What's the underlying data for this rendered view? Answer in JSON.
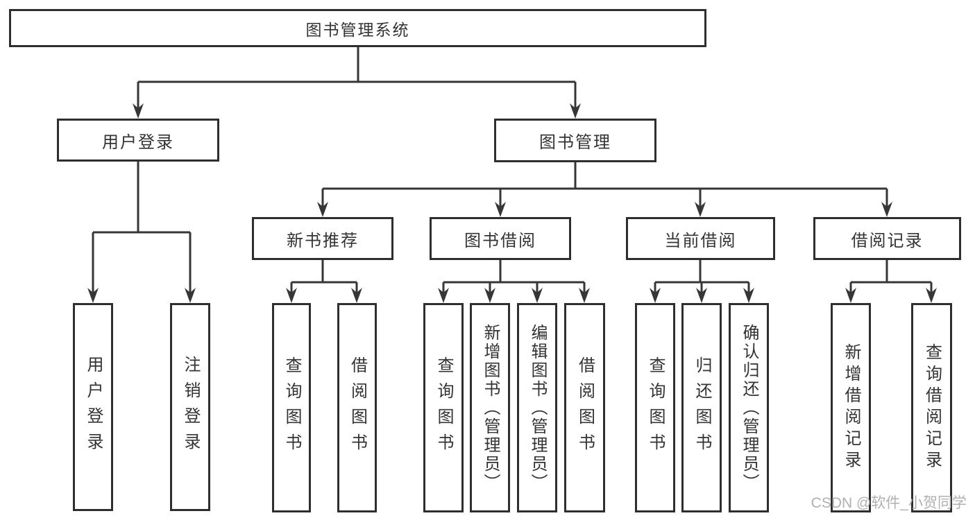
{
  "diagram": {
    "type": "functional-structure-tree"
  },
  "tree": {
    "label": "图书管理系统",
    "children": [
      {
        "label": "用户登录",
        "children": [
          {
            "label": "用户登录"
          },
          {
            "label": "注销登录"
          }
        ]
      },
      {
        "label": "图书管理",
        "children": [
          {
            "label": "新书推荐",
            "children": [
              {
                "label": "查询图书"
              },
              {
                "label": "借阅图书"
              }
            ]
          },
          {
            "label": "图书借阅",
            "children": [
              {
                "label": "查询图书"
              },
              {
                "label": "新增图书（管理员）"
              },
              {
                "label": "编辑图书（管理员）"
              },
              {
                "label": "借阅图书"
              }
            ]
          },
          {
            "label": "当前借阅",
            "children": [
              {
                "label": "查询图书"
              },
              {
                "label": "归还图书"
              },
              {
                "label": "确认归还（管理员）"
              }
            ]
          },
          {
            "label": "借阅记录",
            "children": [
              {
                "label": "新增借阅记录"
              },
              {
                "label": "查询借阅记录"
              }
            ]
          }
        ]
      }
    ]
  },
  "watermark": {
    "text": "CSDN @软件_小贺同学"
  },
  "colors": {
    "line": "#363636",
    "text": "#333333",
    "watermark": "#b0b0b0",
    "bg": "#ffffff"
  }
}
